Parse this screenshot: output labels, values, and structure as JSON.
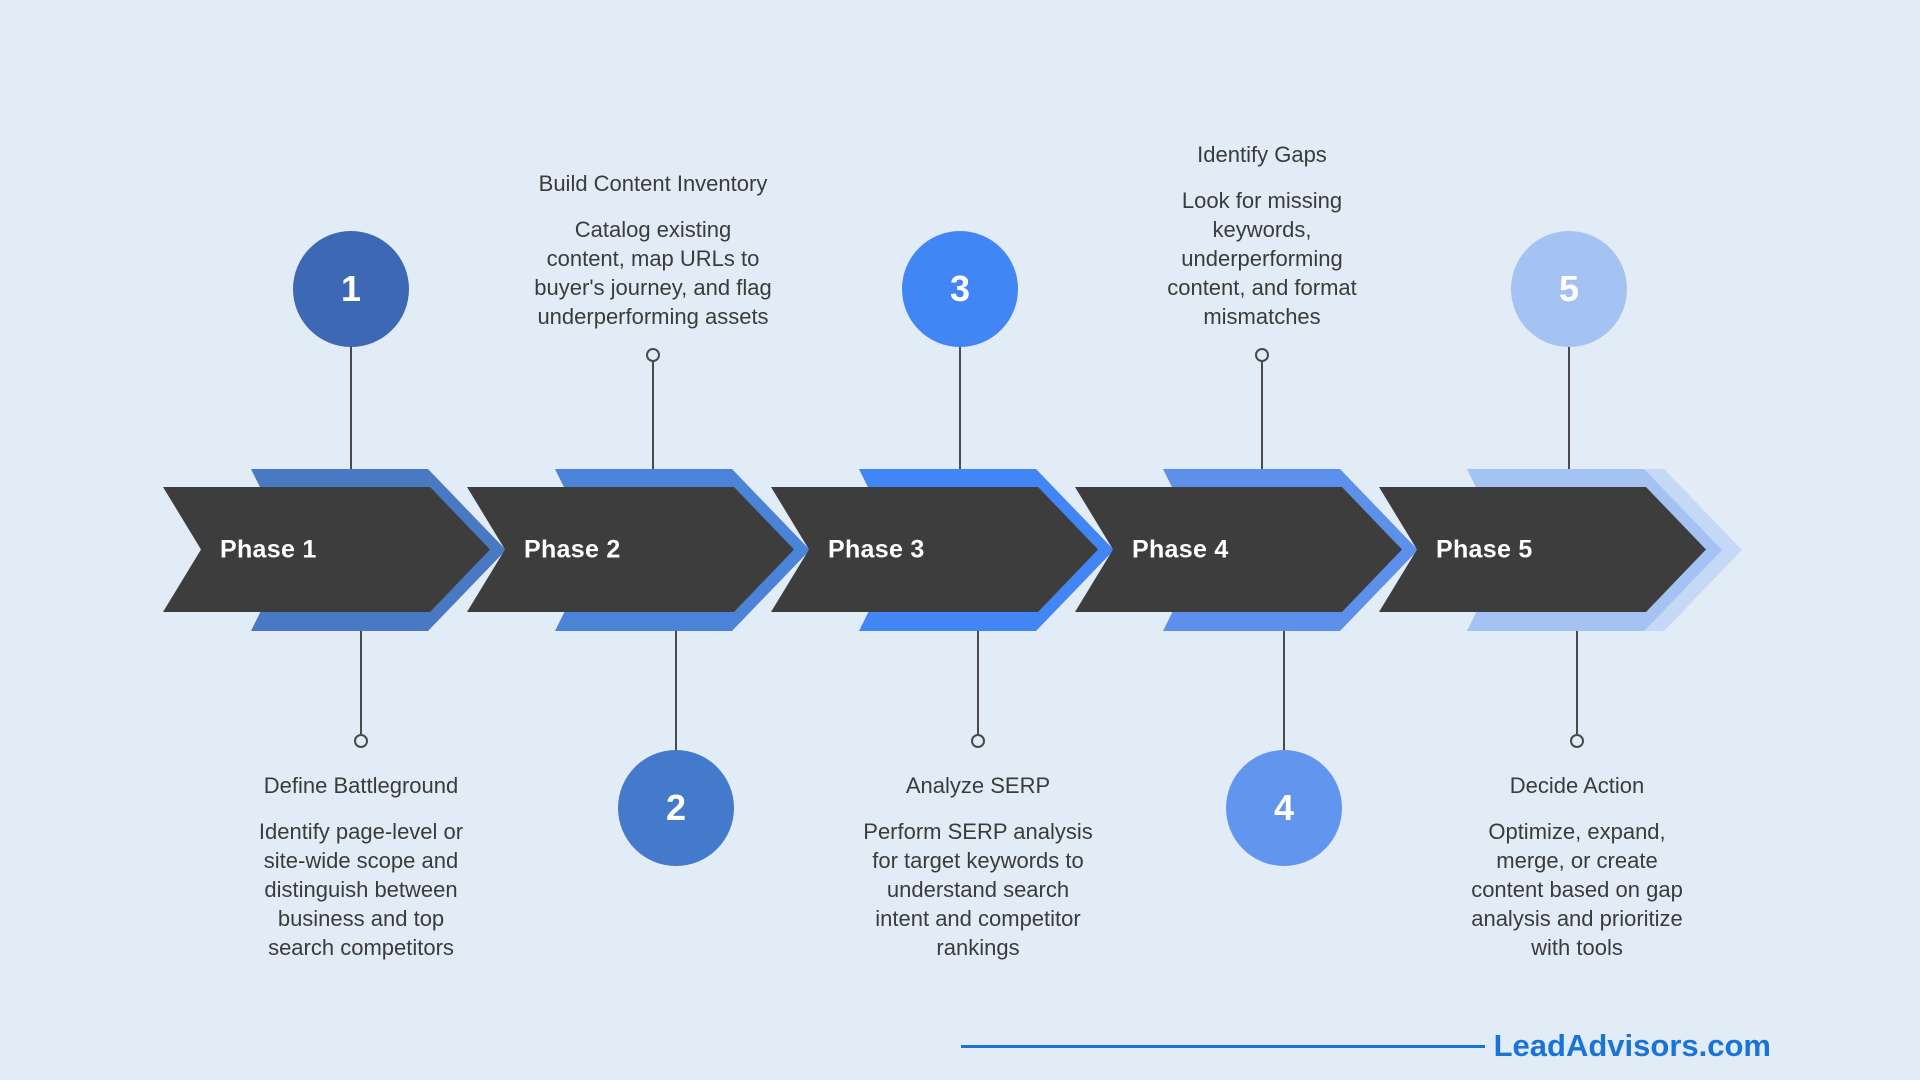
{
  "background": "#e2ecf7",
  "colors": {
    "arrow_body": "#3d3d3d",
    "connector": "#4a4a4a",
    "text": "#3b3b3b",
    "label_text": "#ffffff"
  },
  "footer": {
    "brand": "LeadAdvisors.com",
    "color": "#1a74d8"
  },
  "phases": [
    {
      "number": "1",
      "label": "Phase 1",
      "accent": "#4a79c4",
      "circle_color": "#3c68b4",
      "circle_pos": "top",
      "title": "Define Battleground",
      "description": "Identify page-level or site-wide scope and distinguish between business and top search competitors"
    },
    {
      "number": "2",
      "label": "Phase 2",
      "accent": "#4b83d9",
      "circle_color": "#447acc",
      "circle_pos": "bottom",
      "title": "Build Content Inventory",
      "description": "Catalog existing content, map URLs to buyer's journey, and flag underperforming assets"
    },
    {
      "number": "3",
      "label": "Phase 3",
      "accent": "#4285f4",
      "circle_color": "#4285f4",
      "circle_pos": "top",
      "title": "Analyze SERP",
      "description": "Perform SERP analysis for target keywords to understand search intent and competitor rankings"
    },
    {
      "number": "4",
      "label": "Phase 4",
      "accent": "#5d90ea",
      "circle_color": "#6195ee",
      "circle_pos": "bottom",
      "title": "Identify Gaps",
      "description": "Look for missing keywords, underperforming content, and format mismatches"
    },
    {
      "number": "5",
      "label": "Phase 5",
      "accent": "#a4c3f2",
      "accent2": "#c5d8f6",
      "circle_color": "#a4c3f2",
      "circle_pos": "top",
      "title": "Decide Action",
      "description": "Optimize, expand, merge, or create content based on gap analysis and prioritize with tools"
    }
  ]
}
